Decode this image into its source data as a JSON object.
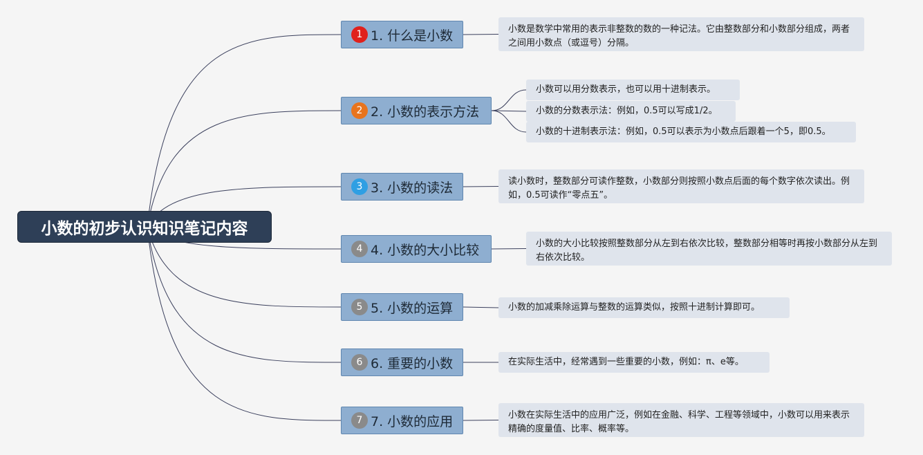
{
  "root": {
    "title": "小数的初步认识知识笔记内容"
  },
  "colors": {
    "badge_red": "#e0211c",
    "badge_orange": "#e8741d",
    "badge_blue": "#2f9fe3",
    "badge_gray": "#8a8a8a",
    "topic_fill": "#8eaed0",
    "root_fill": "#2e3f57",
    "note_fill": "#dfe4ec"
  },
  "topics": [
    {
      "num": "1",
      "label": "1. 什么是小数",
      "color": "badge_red",
      "notes": [
        "小数是数学中常用的表示非整数的数的一种记法。它由整数部分和小数部分组成，两者之间用小数点（或逗号）分隔。"
      ]
    },
    {
      "num": "2",
      "label": "2. 小数的表示方法",
      "color": "badge_orange",
      "notes": [
        "小数可以用分数表示，也可以用十进制表示。",
        "小数的分数表示法：例如，0.5可以写成1/2。",
        "小数的十进制表示法：例如，0.5可以表示为小数点后跟着一个5，即0.5。"
      ]
    },
    {
      "num": "3",
      "label": "3. 小数的读法",
      "color": "badge_blue",
      "notes": [
        "读小数时，整数部分可读作整数，小数部分则按照小数点后面的每个数字依次读出。例如，0.5可读作“零点五”。"
      ]
    },
    {
      "num": "4",
      "label": "4. 小数的大小比较",
      "color": "badge_gray",
      "notes": [
        "小数的大小比较按照整数部分从左到右依次比较，整数部分相等时再按小数部分从左到右依次比较。"
      ]
    },
    {
      "num": "5",
      "label": "5. 小数的运算",
      "color": "badge_gray",
      "notes": [
        "小数的加减乘除运算与整数的运算类似，按照十进制计算即可。"
      ]
    },
    {
      "num": "6",
      "label": "6. 重要的小数",
      "color": "badge_gray",
      "notes": [
        "在实际生活中，经常遇到一些重要的小数，例如：π、e等。"
      ]
    },
    {
      "num": "7",
      "label": "7. 小数的应用",
      "color": "badge_gray",
      "notes": [
        "小数在实际生活中的应用广泛，例如在金融、科学、工程等领域中，小数可以用来表示精确的度量值、比率、概率等。"
      ]
    }
  ]
}
